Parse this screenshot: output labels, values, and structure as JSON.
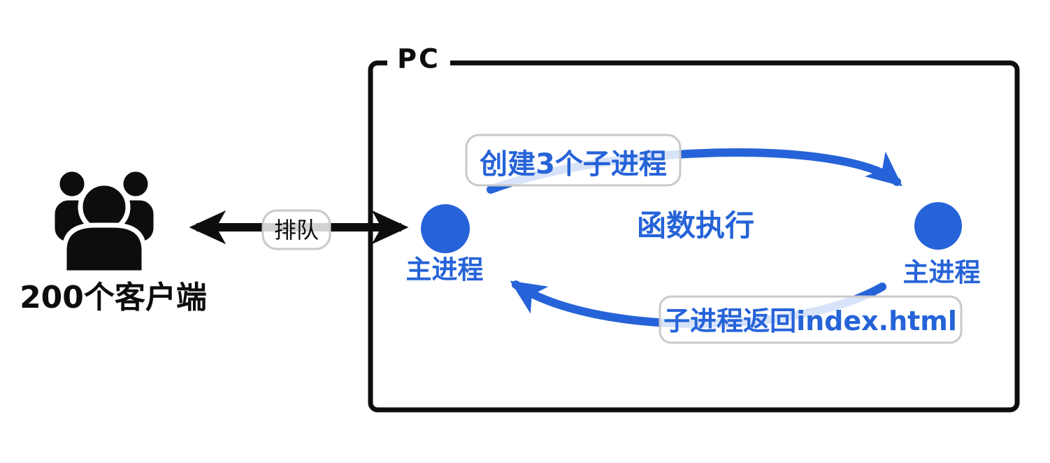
{
  "colors": {
    "accent_blue": "#2663d8",
    "ink": "#0d0d0d",
    "label_border": "#c9c9c9"
  },
  "clients": {
    "icon": "people-group-icon",
    "label": "200个客户端"
  },
  "queue_arrow": {
    "label": "排队",
    "direction": "bidirectional"
  },
  "pc_box": {
    "title": "PC"
  },
  "left_process": {
    "label": "主进程"
  },
  "right_process": {
    "label": "主进程"
  },
  "center_text": {
    "label": "函数执行"
  },
  "create_arrow": {
    "label": "创建3个子进程"
  },
  "return_arrow": {
    "label": "子进程返回index.html"
  }
}
